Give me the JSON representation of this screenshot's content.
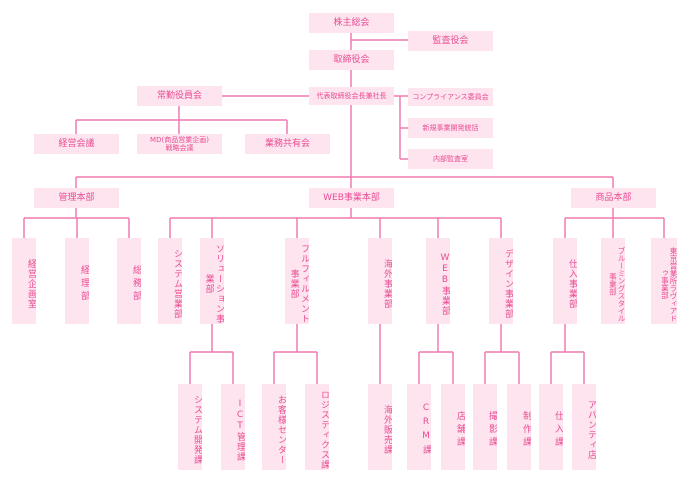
{
  "org": {
    "shareholders": "株主総会",
    "auditor": "監査役会",
    "board": "取締役会",
    "ceo": "代表取締役会長兼社長",
    "exec_committee": "常勤役員会",
    "compliance": "コンプライアンス委員会",
    "new_business": "新規事業開発統括",
    "internal_audit": "内部監査室",
    "mgmt_meeting": "経営会議",
    "md_line1": "MD(商品営業企画)",
    "md_line2": "戦略会議",
    "biz_share": "業務共有会",
    "div_admin": "管理本部",
    "div_web": "WEB事業本部",
    "div_product": "商品本部",
    "dept_planning": "経営企画室",
    "dept_accounting": "経理部",
    "dept_general": "総務部",
    "dept_system": "システム営業部",
    "dept_solution": "ソリューション事業部",
    "dept_fulfillment": "フルフィルメント事業部",
    "dept_overseas": "海外事業部",
    "dept_webbiz": "WEB事業部",
    "dept_design": "デザイン事業部",
    "dept_purchasing": "仕入事業部",
    "dept_blooming": "ブルーミングスタイル事業部",
    "dept_tokyo": "東京営業所ラヴィアドゥ事業部",
    "sec_sysdev": "システム開発課",
    "sec_ict": "ICT管理課",
    "sec_callcenter": "お客様センター",
    "sec_logistics": "ロジスティクス課",
    "sec_overseas_sales": "海外販売課",
    "sec_crm": "CRM課",
    "sec_store": "店舗課",
    "sec_photo": "撮影課",
    "sec_production": "制作課",
    "sec_purchase": "仕入課",
    "sec_apparel": "アパンティ店"
  },
  "colors": {
    "line": "#f07ab0",
    "box": "#fde4ef",
    "text": "#ea4d93"
  }
}
